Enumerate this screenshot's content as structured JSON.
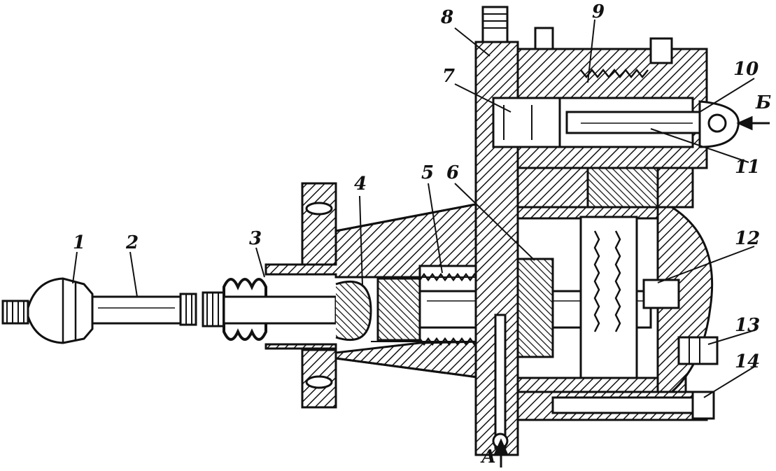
{
  "callouts": {
    "n1": "1",
    "n2": "2",
    "n3": "3",
    "n4": "4",
    "n5": "5",
    "n6": "6",
    "n7": "7",
    "n8": "8",
    "n9": "9",
    "n10": "10",
    "n11": "11",
    "n12": "12",
    "n13": "13",
    "n14": "14",
    "arrowA": "А",
    "arrowB": "Б"
  },
  "colors": {
    "ink": "#111111",
    "paper": "#ffffff"
  }
}
